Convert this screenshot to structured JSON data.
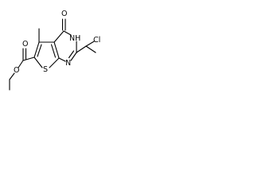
{
  "colors": {
    "background": "#ffffff",
    "bond": "#000000",
    "text": "#000000"
  },
  "atoms": {
    "carbonyl_oxygen": "O",
    "ester_oxygen_double": "O",
    "ester_oxygen_single": "O",
    "ring_nitrogen": "N",
    "ring_nh": "NH",
    "thiophene_sulfur": "S",
    "chlorine": "Cl"
  }
}
